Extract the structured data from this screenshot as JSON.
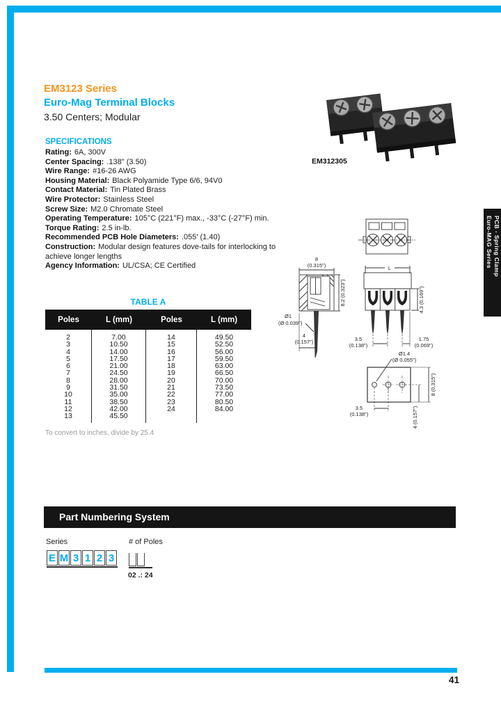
{
  "page": {
    "number": "41",
    "accent_cyan": "#00AEEF",
    "accent_orange": "#F7941D"
  },
  "header": {
    "series_title": "EM3123 Series",
    "product_title": "Euro-Mag Terminal Blocks",
    "subtitle": "3.50 Centers; Modular"
  },
  "product_image": {
    "caption": "EM312305"
  },
  "side_tab": {
    "line1": "Euro-MAG Series",
    "line2": "PCB - Spring Clamp"
  },
  "specifications": {
    "heading": "SPECIFICATIONS",
    "items": [
      {
        "label": "Rating:",
        "value": "6A, 300V"
      },
      {
        "label": "Center Spacing:",
        "value": ".138\" (3.50)"
      },
      {
        "label": "Wire Range:",
        "value": "#16-26 AWG"
      },
      {
        "label": "Housing Material:",
        "value": "Black Polyamide Type 6/6, 94V0"
      },
      {
        "label": "Contact Material:",
        "value": "Tin Plated Brass"
      },
      {
        "label": "Wire Protector:",
        "value": "Stainless Steel"
      },
      {
        "label": "Screw Size:",
        "value": "M2.0 Chromate Steel"
      },
      {
        "label": "Operating Temperature:",
        "value": "105°C (221°F) max., -33°C (-27°F) min."
      },
      {
        "label": "Torque Rating:",
        "value": "2.5 in-lb."
      },
      {
        "label": "Recommended PCB Hole Diameters:",
        "value": ".055' (1.40)"
      },
      {
        "label": "Construction:",
        "value": "Modular design features dove-tails for interlocking to achieve longer lengths"
      },
      {
        "label": "Agency Information:",
        "value": "UL/CSA; CE Certified"
      }
    ]
  },
  "table_a": {
    "title": "TABLE A",
    "headers": [
      "Poles",
      "L (mm)",
      "Poles",
      "L (mm)"
    ],
    "rows": [
      [
        "2",
        "7.00",
        "14",
        "49.50"
      ],
      [
        "3",
        "10.50",
        "15",
        "52.50"
      ],
      [
        "4",
        "14.00",
        "16",
        "56.00"
      ],
      [
        "5",
        "17.50",
        "17",
        "59.50"
      ],
      [
        "6",
        "21.00",
        "18",
        "63.00"
      ],
      [
        "7",
        "24.50",
        "19",
        "66.50"
      ],
      [
        "8",
        "28.00",
        "20",
        "70.00"
      ],
      [
        "9",
        "31.50",
        "21",
        "73.50"
      ],
      [
        "10",
        "35.00",
        "22",
        "77.00"
      ],
      [
        "11",
        "38.50",
        "23",
        "80.50"
      ],
      [
        "12",
        "42.00",
        "24",
        "84.00"
      ],
      [
        "13",
        "45.50",
        "",
        ""
      ]
    ],
    "footnote": "To convert to inches, divide by 25.4"
  },
  "drawings": {
    "side_view": {
      "width_mm": "8",
      "width_in": "(0.315\")",
      "height": "8.2 (0.323\")",
      "pin_dia_mm": "Ø1",
      "pin_dia_in": "(Ø 0.039\")",
      "pin_offset_mm": "4",
      "pin_offset_in": "(0.157\")"
    },
    "front_view": {
      "length_label": "L",
      "height": "4.3 (0.169\")",
      "pitch_mm": "3.5",
      "pitch_in": "(0.138\")",
      "end_margin_mm": "1.75",
      "end_margin_in": "(0.069\")"
    },
    "pcb_view": {
      "hole_dia_mm": "Ø1.4",
      "hole_dia_in": "(Ø 0.055\")",
      "pitch_mm": "3.5",
      "pitch_in": "(0.138\")",
      "row_offset": "4 (0.157\")",
      "depth": "8 (0.315\")"
    }
  },
  "part_numbering": {
    "heading": "Part Numbering System",
    "series_label": "Series",
    "poles_label": "# of Poles",
    "series_chars": [
      "E",
      "M",
      "3",
      "1",
      "2",
      "3"
    ],
    "poles_box_count": 2,
    "poles_range": "02 .: 24"
  }
}
